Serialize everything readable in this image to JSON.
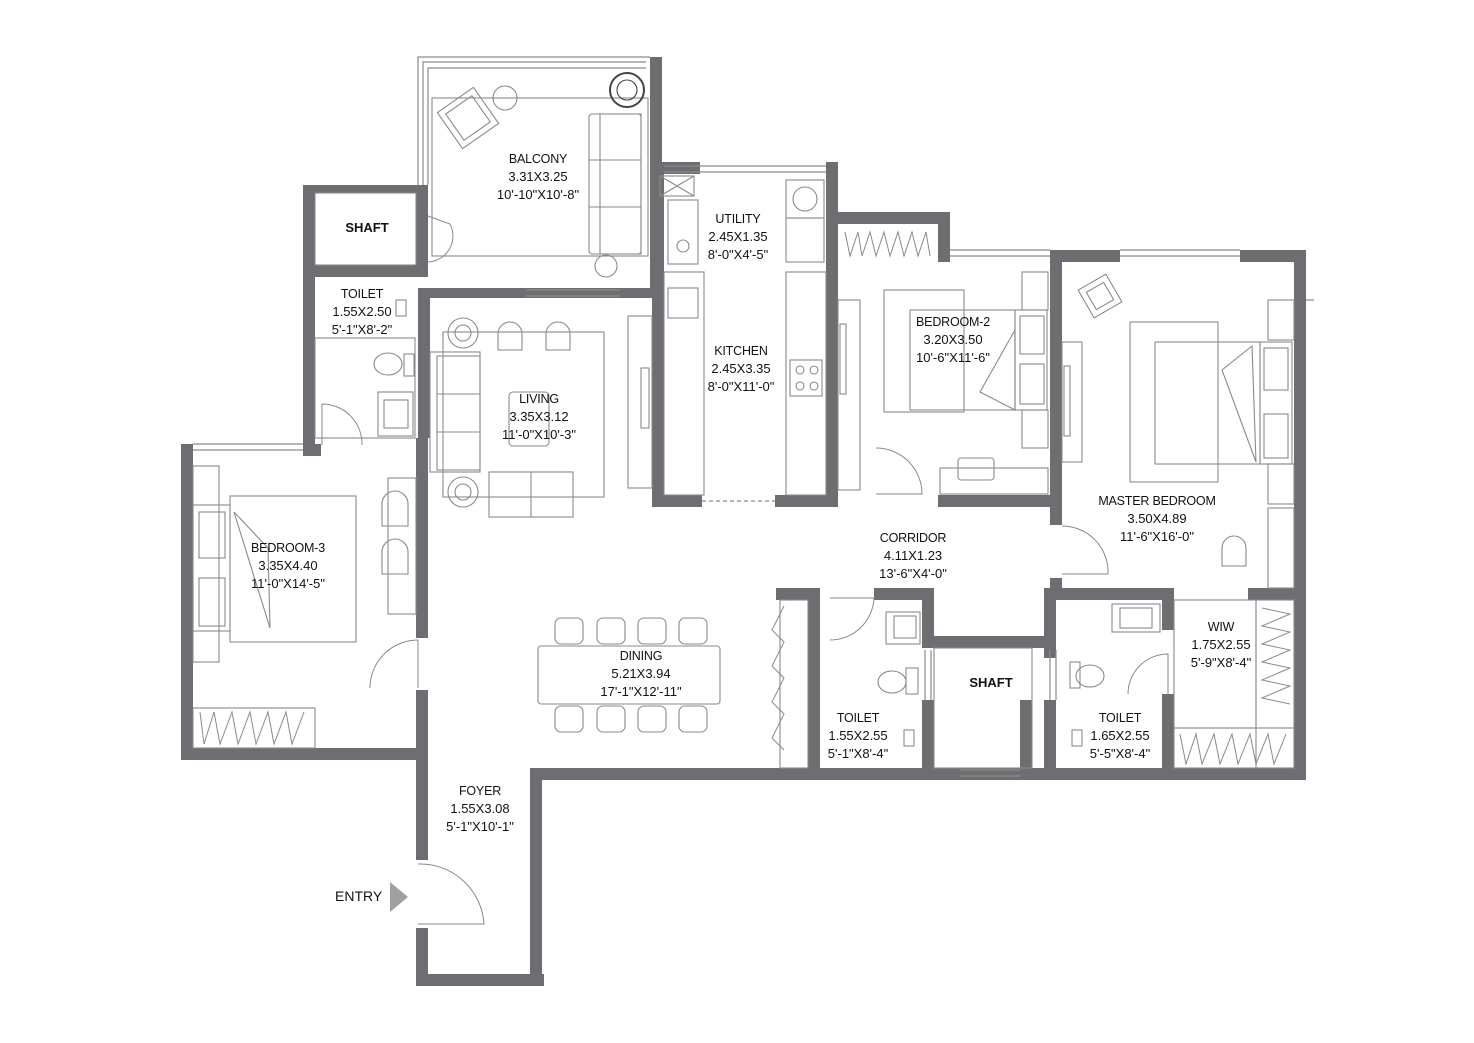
{
  "rooms": {
    "balcony": {
      "name": "BALCONY",
      "metric": "3.31X3.25",
      "imperial": "10'-10\"X10'-8\""
    },
    "utility": {
      "name": "UTILITY",
      "metric": "2.45X1.35",
      "imperial": "8'-0\"X4'-5\""
    },
    "kitchen": {
      "name": "KITCHEN",
      "metric": "2.45X3.35",
      "imperial": "8'-0\"X11'-0\""
    },
    "toilet1": {
      "name": "TOILET",
      "metric": "1.55X2.50",
      "imperial": "5'-1\"X8'-2\""
    },
    "living": {
      "name": "LIVING",
      "metric": "3.35X3.12",
      "imperial": "11'-0\"X10'-3\""
    },
    "bedroom2": {
      "name": "BEDROOM-2",
      "metric": "3.20X3.50",
      "imperial": "10'-6\"X11'-6\""
    },
    "master": {
      "name": "MASTER BEDROOM",
      "metric": "3.50X4.89",
      "imperial": "11'-6\"X16'-0\""
    },
    "bedroom3": {
      "name": "BEDROOM-3",
      "metric": "3.35X4.40",
      "imperial": "11'-0\"X14'-5\""
    },
    "corridor": {
      "name": "CORRIDOR",
      "metric": "4.11X1.23",
      "imperial": "13'-6\"X4'-0\""
    },
    "dining": {
      "name": "DINING",
      "metric": "5.21X3.94",
      "imperial": "17'-1\"X12'-11\""
    },
    "toilet2": {
      "name": "TOILET",
      "metric": "1.55X2.55",
      "imperial": "5'-1\"X8'-4\""
    },
    "toilet3": {
      "name": "TOILET",
      "metric": "1.65X2.55",
      "imperial": "5'-5\"X8'-4\""
    },
    "wiw": {
      "name": "WIW",
      "metric": "1.75X2.55",
      "imperial": "5'-9\"X8'-4\""
    },
    "foyer": {
      "name": "FOYER",
      "metric": "1.55X3.08",
      "imperial": "5'-1\"X10'-1\""
    }
  },
  "shafts": {
    "upper": "SHAFT",
    "lower": "SHAFT"
  },
  "entry": {
    "label": "ENTRY"
  },
  "colors": {
    "wall": "#6d6e71",
    "furniture": "#8a8a8a",
    "line": "#b5b5b5"
  }
}
